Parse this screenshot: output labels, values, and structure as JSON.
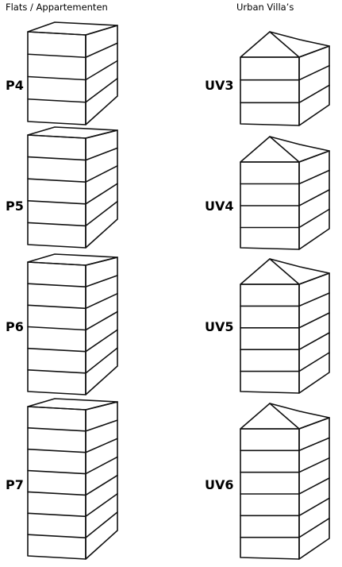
{
  "headers": {
    "flats": "Flats / Appartementen",
    "villas": "Urban Villa’s"
  },
  "flats": [
    {
      "label": "P4",
      "floors": 4
    },
    {
      "label": "P5",
      "floors": 5
    },
    {
      "label": "P6",
      "floors": 6
    },
    {
      "label": "P7",
      "floors": 7
    }
  ],
  "villas": [
    {
      "label": "UV3",
      "floors": 3
    },
    {
      "label": "UV4",
      "floors": 4
    },
    {
      "label": "UV5",
      "floors": 5
    },
    {
      "label": "UV6",
      "floors": 6
    }
  ]
}
